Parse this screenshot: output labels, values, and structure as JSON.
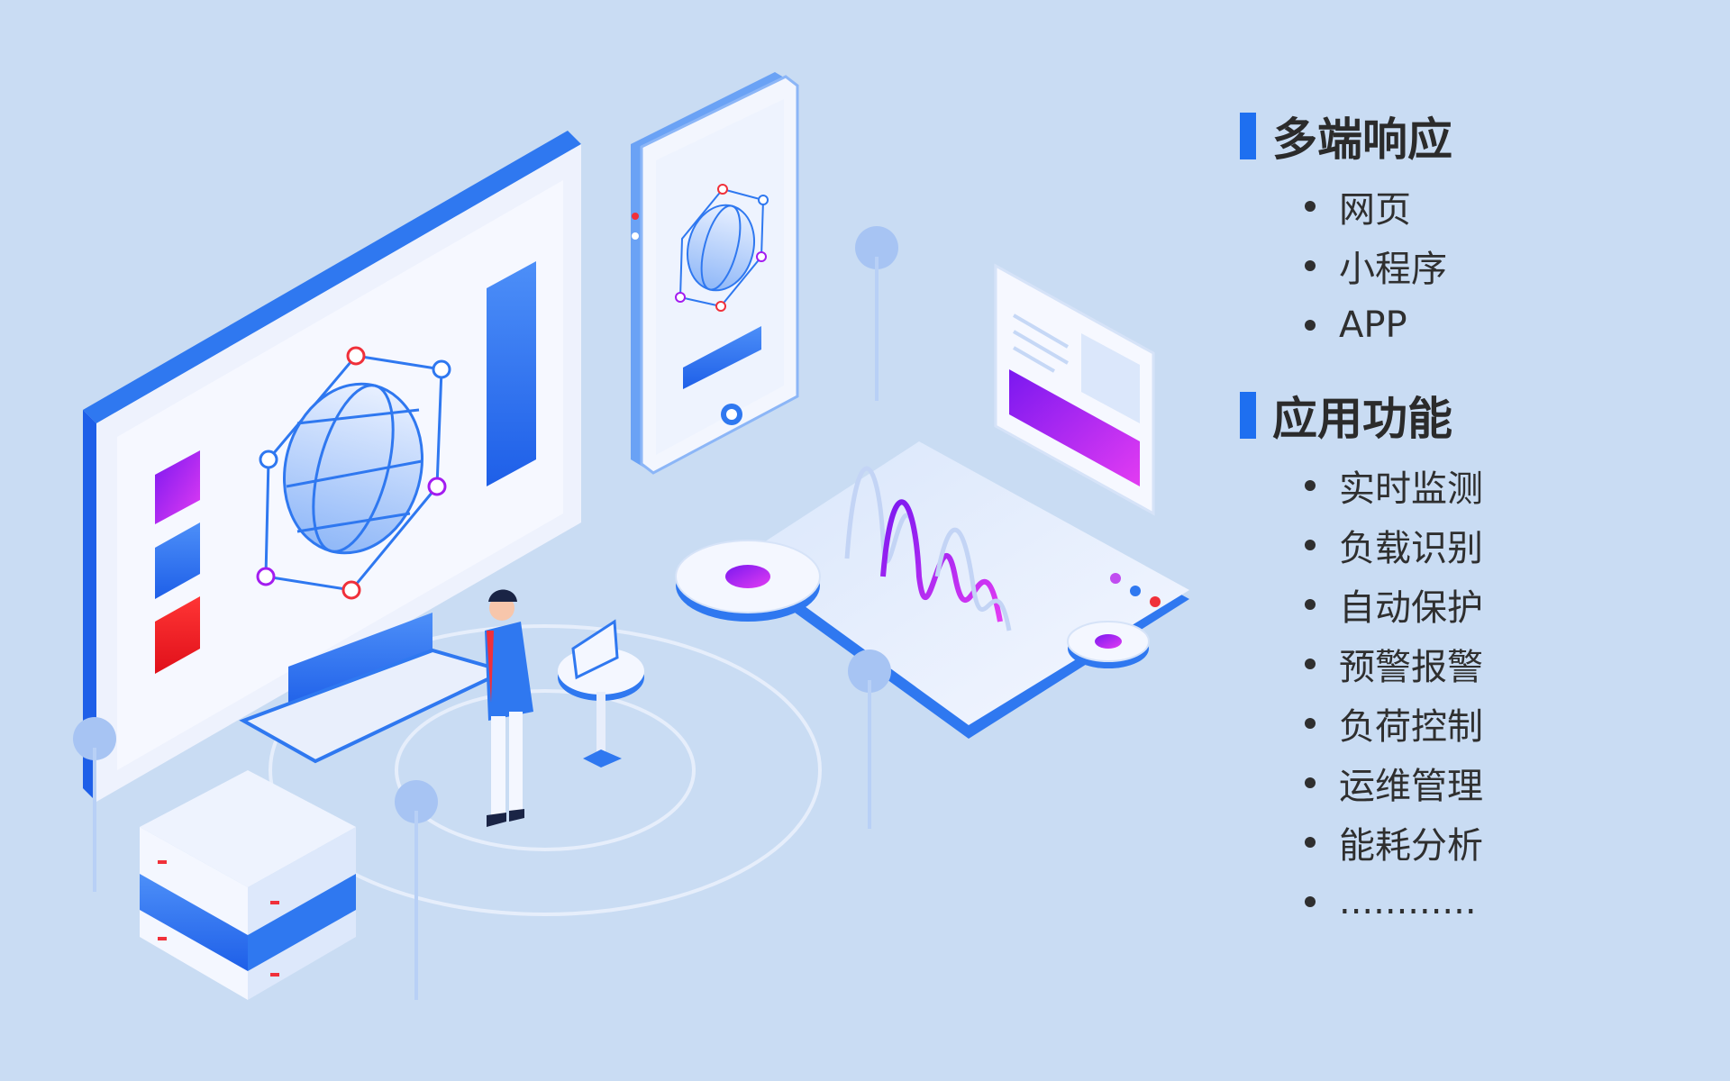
{
  "multi_device": {
    "title": "多端响应",
    "items": [
      "网页",
      "小程序",
      "APP"
    ]
  },
  "app_functions": {
    "title": "应用功能",
    "items": [
      "实时监测",
      "负载识别",
      "自动保护",
      "预警报警",
      "负荷控制",
      "运维管理",
      "能耗分析",
      "............"
    ]
  },
  "colors": {
    "background": "#c9dcf3",
    "accent_blue": "#1e6ff0",
    "accent_purple": "#a31cf0",
    "accent_red": "#f0202c"
  }
}
